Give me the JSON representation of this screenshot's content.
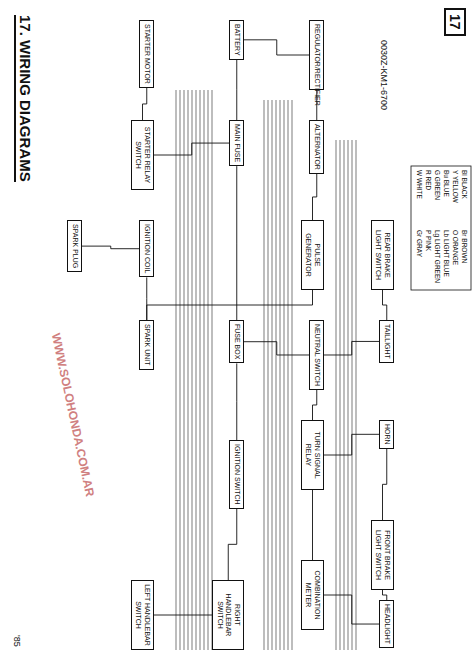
{
  "diagram": {
    "title": "17. WIRING DIAGRAMS",
    "nodes": [
      {
        "text": [
          "STARTER MOTOR"
        ]
      },
      {
        "text": [
          "STARTER RELAY SWITCH"
        ]
      },
      {
        "text": [
          "BATTERY"
        ]
      },
      {
        "text": [
          "MAIN FUSE"
        ]
      },
      {
        "text": [
          "REGULATOR/RECTIFIER"
        ]
      },
      {
        "text": [
          "ALTERNATOR"
        ]
      },
      {
        "text": [
          "IGNITION COIL"
        ]
      },
      {
        "text": [
          "SPARK PLUG"
        ]
      },
      {
        "text": [
          "SPARK UNIT"
        ]
      },
      {
        "text": [
          "PULSE GENERATOR"
        ]
      },
      {
        "text": [
          "NEUTRAL SWITCH"
        ]
      },
      {
        "text": [
          "FUSE BOX"
        ]
      },
      {
        "text": [
          "IGNITION SWITCH"
        ]
      },
      {
        "text": [
          "HORN"
        ]
      },
      {
        "text": [
          "FRONT BRAKE LIGHT SWITCH"
        ]
      },
      {
        "text": [
          "TURN SIGNAL RELAY"
        ]
      },
      {
        "text": [
          "HEADLIGHT"
        ]
      },
      {
        "text": [
          "COMBINATION METER"
        ]
      },
      {
        "text": [
          "RIGHT HANDLEBAR SWITCH"
        ]
      },
      {
        "text": [
          "LEFT HANDLEBAR SWITCH"
        ]
      },
      {
        "text": [
          "TAILLIGHT"
        ]
      },
      {
        "text": [
          "REAR BRAKE LIGHT SWITCH"
        ]
      }
    ],
    "edges": [
      {
        "from": 0,
        "to": 1,
        "arrow": "none"
      },
      {
        "from": 1,
        "to": 3,
        "arrow": "none"
      },
      {
        "from": 2,
        "to": 3,
        "arrow": "none"
      },
      {
        "from": 4,
        "to": 2,
        "arrow": "none"
      },
      {
        "from": 4,
        "to": 5,
        "arrow": "none"
      },
      {
        "from": 5,
        "to": 9,
        "arrow": "none"
      },
      {
        "from": 9,
        "to": 8,
        "arrow": "none"
      },
      {
        "from": 8,
        "to": 6,
        "arrow": "none"
      },
      {
        "from": 6,
        "to": 7,
        "arrow": "none"
      },
      {
        "from": 3,
        "to": 11,
        "arrow": "none"
      },
      {
        "from": 11,
        "to": 12,
        "arrow": "none"
      },
      {
        "from": 12,
        "to": 18,
        "arrow": "none"
      },
      {
        "from": 11,
        "to": 10,
        "arrow": "none"
      },
      {
        "from": 10,
        "to": 15,
        "arrow": "none"
      },
      {
        "from": 15,
        "to": 17,
        "arrow": "none"
      },
      {
        "from": 17,
        "to": 16,
        "arrow": "none"
      },
      {
        "from": 13,
        "to": 14,
        "arrow": "none"
      },
      {
        "from": 14,
        "to": 16,
        "arrow": "none"
      },
      {
        "from": 21,
        "to": 20,
        "arrow": "none"
      },
      {
        "from": 18,
        "to": 19,
        "arrow": "none"
      },
      {
        "from": 20,
        "to": 10,
        "arrow": "none"
      },
      {
        "from": 13,
        "to": 15,
        "arrow": "none"
      }
    ],
    "labels": [
      "17",
      "0030Z-KM1-6700",
      "'85",
      "WWW.SOLOHONDA.COM.AR",
      "Bl BLACK",
      "Y YELLOW",
      "Bu BLUE",
      "G GREEN",
      "R RED",
      "W WHITE",
      "Br BROWN",
      "O ORANGE",
      "Lb LIGHT BLUE",
      "Lg LIGHT GREEN",
      "P PINK",
      "Gr GRAY"
    ]
  }
}
